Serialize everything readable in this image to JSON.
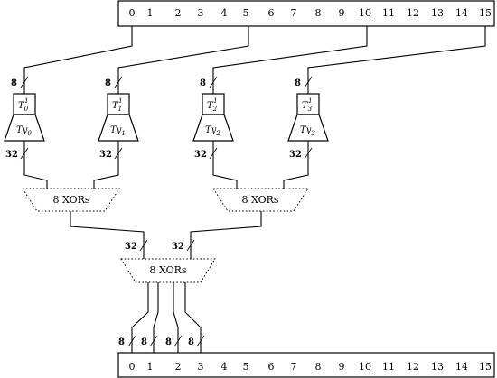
{
  "top_register": {
    "cells": [
      "0",
      "1",
      "2",
      "3",
      "4",
      "5",
      "6",
      "7",
      "8",
      "9",
      "10",
      "11",
      "12",
      "13",
      "14",
      "15"
    ]
  },
  "bottom_register": {
    "cells": [
      "0",
      "1",
      "2",
      "3",
      "4",
      "5",
      "6",
      "7",
      "8",
      "9",
      "10",
      "11",
      "12",
      "13",
      "14",
      "15"
    ]
  },
  "t_boxes": [
    {
      "base": "T",
      "sub": "0",
      "sup": "1",
      "bus_in": "8",
      "ty_base": "Ty",
      "ty_sub": "0",
      "bus_out": "32"
    },
    {
      "base": "T",
      "sub": "1",
      "sup": "1",
      "bus_in": "8",
      "ty_base": "Ty",
      "ty_sub": "1",
      "bus_out": "32"
    },
    {
      "base": "T",
      "sub": "2",
      "sup": "1",
      "bus_in": "8",
      "ty_base": "Ty",
      "ty_sub": "2",
      "bus_out": "32"
    },
    {
      "base": "T",
      "sub": "3",
      "sup": "1",
      "bus_in": "8",
      "ty_base": "Ty",
      "ty_sub": "3",
      "bus_out": "32"
    }
  ],
  "xor_blocks": {
    "left": "8 XORs",
    "right": "8 XORs",
    "final": "8 XORs"
  },
  "final_bus_labels": [
    "32",
    "32"
  ],
  "output_bus_labels": [
    "8",
    "8",
    "8",
    "8"
  ]
}
